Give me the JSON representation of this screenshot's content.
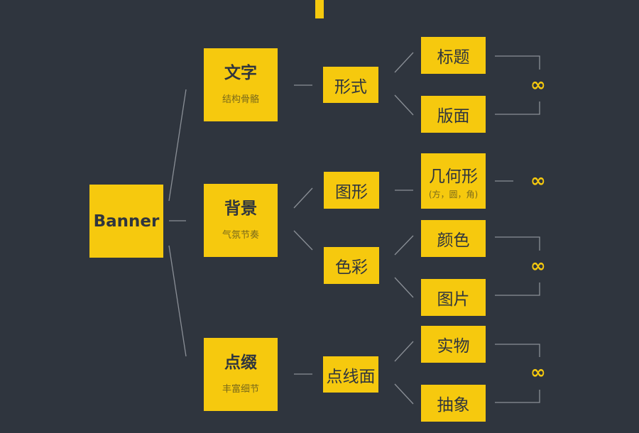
{
  "root": "Banner",
  "categories": [
    {
      "title": "文字",
      "subtitle": "结构骨骼"
    },
    {
      "title": "背景",
      "subtitle": "气氛节奏"
    },
    {
      "title": "点缀",
      "subtitle": "丰富细节"
    }
  ],
  "mids": [
    "形式",
    "图形",
    "色彩",
    "点线面"
  ],
  "leaves": [
    {
      "label": "标题"
    },
    {
      "label": "版面"
    },
    {
      "label": "几何形",
      "sub": "(方，圆，角)"
    },
    {
      "label": "颜色"
    },
    {
      "label": "图片"
    },
    {
      "label": "实物"
    },
    {
      "label": "抽象"
    }
  ],
  "infinity": "∞",
  "colors": {
    "background": "#2f353e",
    "accent": "#f6c90e",
    "line": "#8a8f96"
  }
}
